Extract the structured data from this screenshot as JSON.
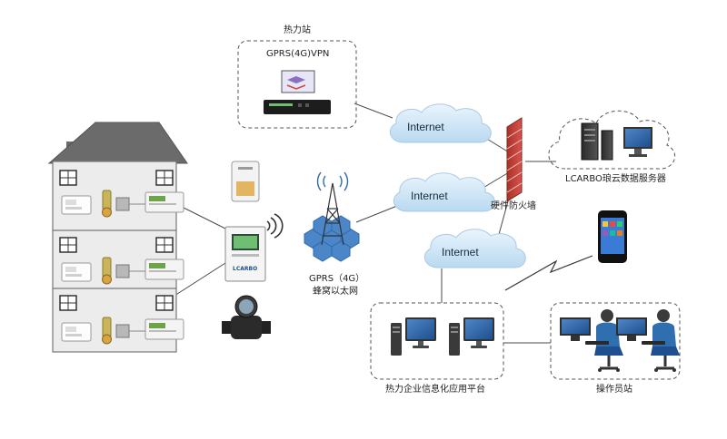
{
  "labels": {
    "heat_station": "热力站",
    "vpn": "GPRS(4G)VPN",
    "internet": "Internet",
    "firewall": "硬件防火墙",
    "cloud_server": "LCARBO琅云数据服务器",
    "gprs_line1": "GPRS（4G）",
    "gprs_line2": "蜂窝以太网",
    "enterprise_platform": "热力企业信息化应用平台",
    "operator_station": "操作员站",
    "controller_brand": "LCARBO"
  },
  "colors": {
    "building_wall": "#e9e9e9",
    "roof": "#6b6b6b",
    "cloud": "#cfe6f7",
    "firewall": "#c0392b",
    "hex_cell": "#4a86c8",
    "operator_shirt": "#2f6fb0"
  },
  "icons": [
    "building",
    "thermostat",
    "valve",
    "sensor",
    "controller",
    "water-meter",
    "cell-tower",
    "vpn-router",
    "firewall-wall",
    "server",
    "monitor",
    "smartphone",
    "operator",
    "lightning-link"
  ]
}
